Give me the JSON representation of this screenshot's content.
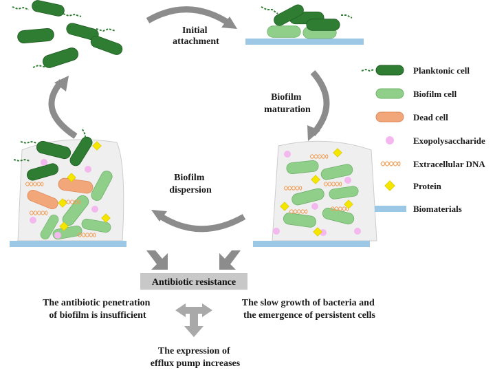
{
  "stages": {
    "initial_attachment": [
      "Initial",
      "attachment"
    ],
    "biofilm_maturation": [
      "Biofilm",
      "maturation"
    ],
    "biofilm_dispersion": [
      "Biofilm",
      "dispersion"
    ]
  },
  "legend": [
    {
      "key": "planktonic",
      "label": "Planktonic cell",
      "icon": "planktonic-cell-icon"
    },
    {
      "key": "biofilm",
      "label": "Biofilm cell",
      "icon": "biofilm-cell-icon"
    },
    {
      "key": "dead",
      "label": "Dead cell",
      "icon": "dead-cell-icon"
    },
    {
      "key": "eps",
      "label": "Exopolysaccharide",
      "icon": "exopolysaccharide-icon"
    },
    {
      "key": "edna",
      "label": "Extracellular DNA",
      "icon": "extracellular-dna-icon"
    },
    {
      "key": "protein",
      "label": "Protein",
      "icon": "protein-icon"
    },
    {
      "key": "biomaterial",
      "label": "Biomaterials",
      "icon": "biomaterial-icon"
    }
  ],
  "resistance": {
    "title": "Antibiotic resistance",
    "left": [
      "The antibiotic penetration",
      "of biofilm is insufficient"
    ],
    "right": [
      "The slow growth of bacteria and",
      "the emergence of persistent cells"
    ],
    "bottom": [
      "The expression of",
      "efflux pump increases"
    ]
  },
  "colors": {
    "planktonic": "#2f7d32",
    "biofilm": "#8fcf8a",
    "dead": "#f2a77a",
    "eps": "#f4b8ee",
    "edna": "#f0a05a",
    "protein": "#f5e600",
    "biomaterial": "#9cc8e6",
    "arrow": "#8c8c8c",
    "matrix": "#efefef",
    "resistance_box": "#c8c8c8"
  }
}
